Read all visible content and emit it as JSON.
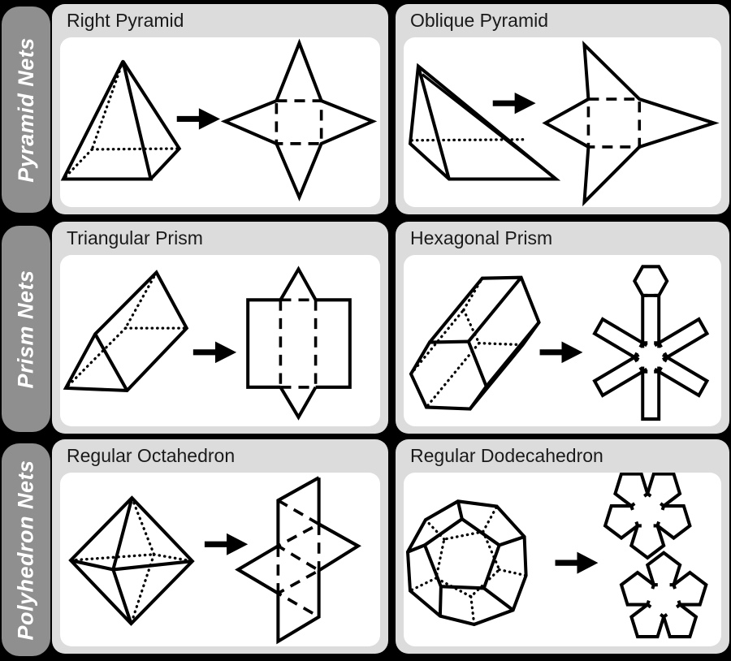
{
  "colors": {
    "background": "#000000",
    "tab_bg": "#8f8f8f",
    "tab_text": "#ffffff",
    "panel_bg": "#dcdcdc",
    "panel_inner_bg": "#ffffff",
    "line": "#000000",
    "title_text": "#1a1a1a"
  },
  "icons": {
    "unfold_arrow": "right-arrow"
  },
  "sidebar": {
    "tabs": [
      {
        "label": "Pyramid Nets"
      },
      {
        "label": "Prism Nets"
      },
      {
        "label": "Polyhedron Nets"
      }
    ]
  },
  "panels": [
    {
      "title": "Right Pyramid"
    },
    {
      "title": "Oblique Pyramid"
    },
    {
      "title": "Triangular Prism"
    },
    {
      "title": "Hexagonal Prism"
    },
    {
      "title": "Regular Octahedron"
    },
    {
      "title": "Regular Dodecahedron"
    }
  ]
}
